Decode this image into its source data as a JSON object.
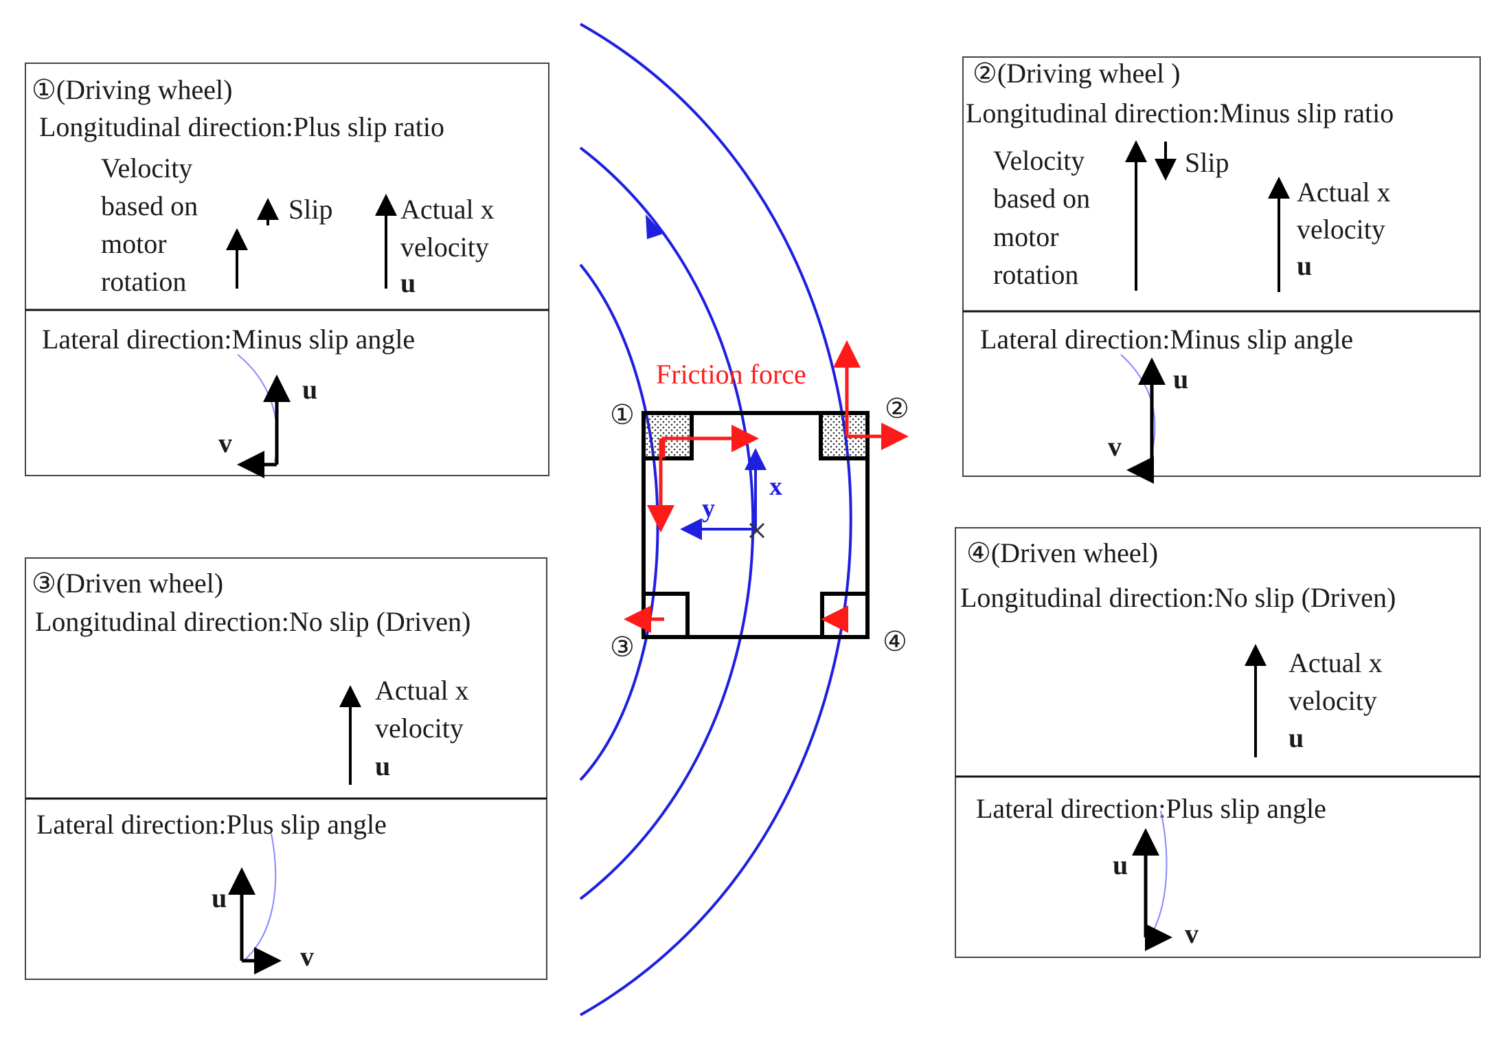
{
  "colors": {
    "ink": "#000000",
    "blue": "#1f1fe0",
    "red": "#ff1a1a",
    "light_blue": "#8888ff"
  },
  "panels": {
    "p1": {
      "title": "①(Driving wheel)",
      "longitudinal": "Longitudinal direction:Plus slip ratio",
      "velocity_motor": [
        "Velocity",
        "based on",
        "motor",
        "rotation"
      ],
      "slip": "Slip",
      "actual": [
        "Actual x",
        "velocity"
      ],
      "u": "u",
      "lateral": "Lateral direction:Minus slip angle",
      "lat_u": "u",
      "lat_v": "v"
    },
    "p2": {
      "title": "②(Driving wheel )",
      "longitudinal": "Longitudinal direction:Minus slip ratio",
      "velocity_motor": [
        "Velocity",
        "based on",
        "motor",
        "rotation"
      ],
      "slip": "Slip",
      "actual": [
        "Actual x",
        "velocity"
      ],
      "u": "u",
      "lateral": "Lateral direction:Minus slip angle",
      "lat_u": "u",
      "lat_v": "v"
    },
    "p3": {
      "title": "③(Driven wheel)",
      "longitudinal": "Longitudinal direction:No slip (Driven)",
      "actual": [
        "Actual x",
        "velocity"
      ],
      "u": "u",
      "lateral": "Lateral direction:Plus slip angle",
      "lat_u": "u",
      "lat_v": "v"
    },
    "p4": {
      "title": "④(Driven wheel)",
      "longitudinal": "Longitudinal direction:No slip (Driven)",
      "actual": [
        "Actual x",
        "velocity"
      ],
      "u": "u",
      "lateral": "Lateral direction:Plus slip angle",
      "lat_u": "u",
      "lat_v": "v"
    }
  },
  "center": {
    "friction_label": "Friction force",
    "axis_x": "x",
    "axis_y": "y",
    "wheel_labels": [
      "①",
      "②",
      "③",
      "④"
    ]
  }
}
